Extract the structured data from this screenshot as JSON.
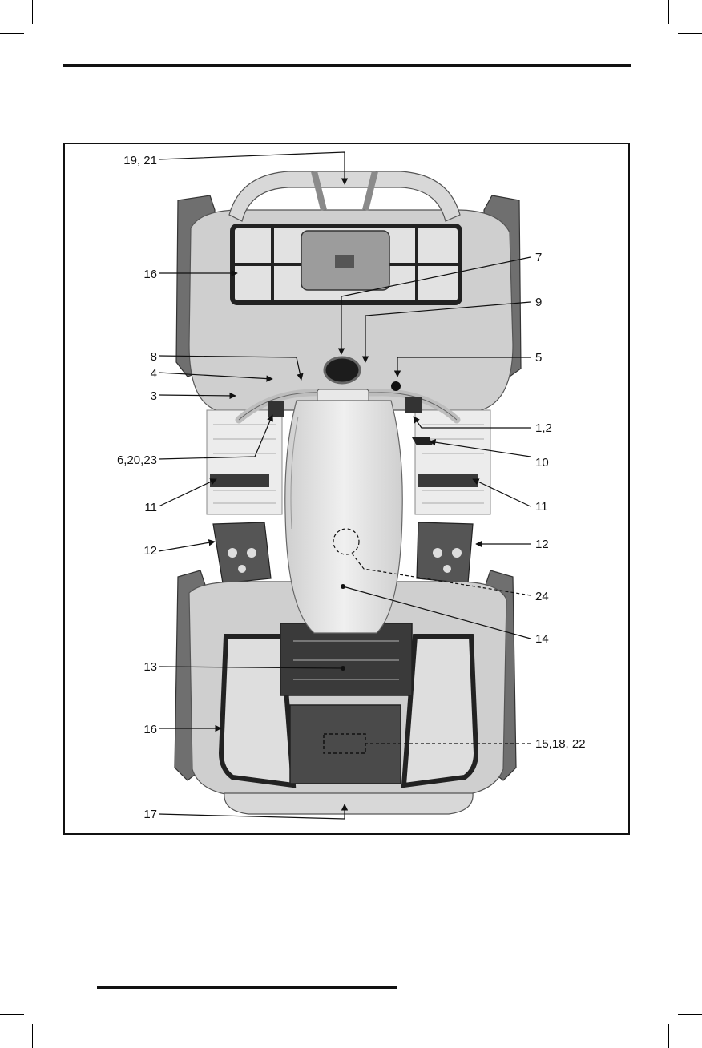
{
  "diagram": {
    "callouts": [
      {
        "id": "c1",
        "text": "19, 21"
      },
      {
        "id": "c2",
        "text": "16"
      },
      {
        "id": "c3",
        "text": "7"
      },
      {
        "id": "c4",
        "text": "9"
      },
      {
        "id": "c5",
        "text": "8"
      },
      {
        "id": "c6",
        "text": "5"
      },
      {
        "id": "c7",
        "text": "4"
      },
      {
        "id": "c8",
        "text": "3"
      },
      {
        "id": "c9",
        "text": "1,2"
      },
      {
        "id": "c10",
        "text": "6,20,23"
      },
      {
        "id": "c11",
        "text": "10"
      },
      {
        "id": "c12",
        "text": "11"
      },
      {
        "id": "c13",
        "text": "11"
      },
      {
        "id": "c14",
        "text": "12"
      },
      {
        "id": "c15",
        "text": "12"
      },
      {
        "id": "c16",
        "text": "24"
      },
      {
        "id": "c17",
        "text": "14"
      },
      {
        "id": "c18",
        "text": "13"
      },
      {
        "id": "c19",
        "text": "16"
      },
      {
        "id": "c20",
        "text": "15,18, 22"
      },
      {
        "id": "c21",
        "text": "17"
      }
    ]
  },
  "colors": {
    "ink": "#111111",
    "body_light": "#d9d9d9",
    "body_mid": "#a8a8a8",
    "body_dark": "#2a2a2a",
    "seat": "#e6e6e6"
  }
}
